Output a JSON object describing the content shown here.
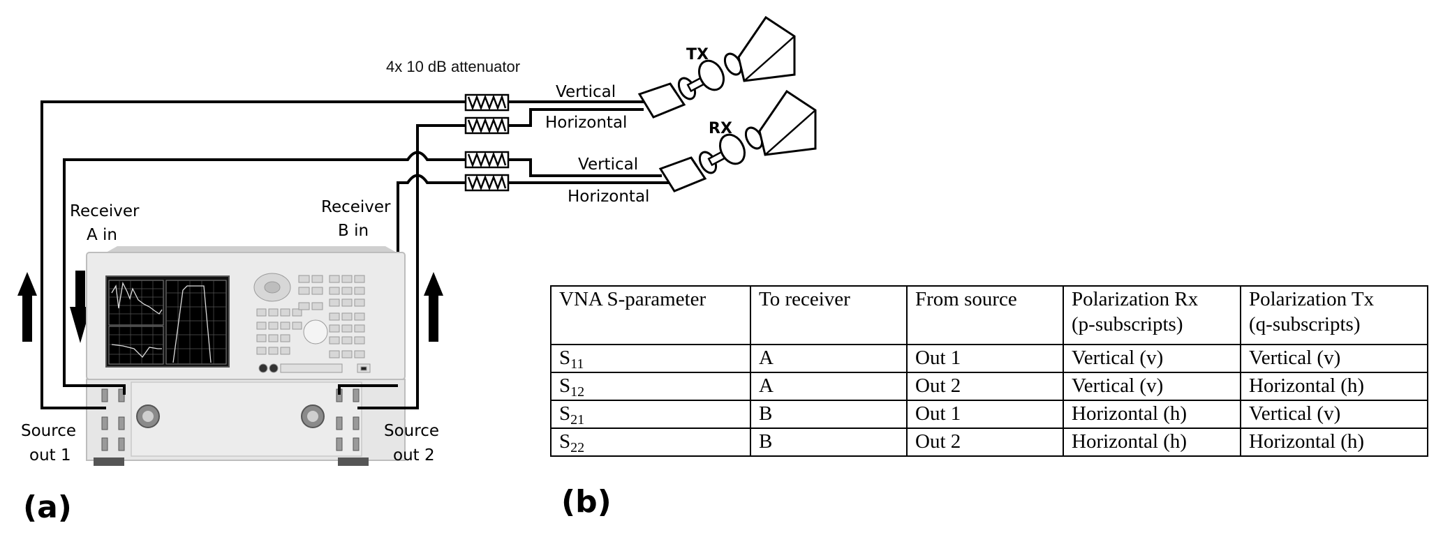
{
  "panel_a": {
    "tag": "(a)",
    "attenuator_label": "4x 10 dB attenuator",
    "tx_label": "TX",
    "rx_label": "RX",
    "tx_vertical": "Vertical",
    "tx_horizontal": "Horizontal",
    "rx_vertical": "Vertical",
    "rx_horizontal": "Horizontal",
    "receiver_a_line1": "Receiver",
    "receiver_a_line2": "A in",
    "receiver_b_line1": "Receiver",
    "receiver_b_line2": "B in",
    "source_1_line1": "Source",
    "source_1_line2": "out 1",
    "source_2_line1": "Source",
    "source_2_line2": "out 2",
    "instrument": "Vector network analyzer (photo)"
  },
  "panel_b": {
    "tag": "(b)",
    "table": {
      "headers": [
        "VNA S-parameter",
        "To receiver",
        "From source",
        "Polarization Rx (p-subscripts)",
        "Polarization Tx (q-subscripts)"
      ],
      "header_lines": [
        [
          "VNA S-parameter",
          ""
        ],
        [
          "To receiver",
          ""
        ],
        [
          "From source",
          ""
        ],
        [
          "Polarization Rx",
          "(p-subscripts)"
        ],
        [
          "Polarization Tx",
          "(q-subscripts)"
        ]
      ],
      "rows": [
        {
          "s": "S",
          "sub": "11",
          "receiver": "A",
          "source": "Out 1",
          "pol_rx": "Vertical (v)",
          "pol_tx": "Vertical (v)"
        },
        {
          "s": "S",
          "sub": "12",
          "receiver": "A",
          "source": "Out 2",
          "pol_rx": "Vertical (v)",
          "pol_tx": "Horizontal (h)"
        },
        {
          "s": "S",
          "sub": "21",
          "receiver": "B",
          "source": "Out 1",
          "pol_rx": "Horizontal (h)",
          "pol_tx": "Vertical (v)"
        },
        {
          "s": "S",
          "sub": "22",
          "receiver": "B",
          "source": "Out 2",
          "pol_rx": "Horizontal (h)",
          "pol_tx": "Horizontal (h)"
        }
      ]
    }
  }
}
